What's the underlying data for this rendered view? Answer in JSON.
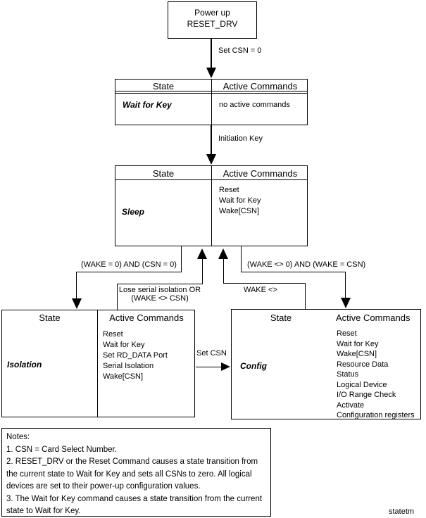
{
  "powerup": {
    "line1": "Power up",
    "line2": "RESET_DRV"
  },
  "header": {
    "state": "State",
    "commands": "Active Commands"
  },
  "states": {
    "wait_for_key": {
      "name": "Wait for Key",
      "commands": [
        "no active commands"
      ]
    },
    "sleep": {
      "name": "Sleep",
      "commands": [
        "Reset",
        "Wait for Key",
        "Wake[CSN]"
      ]
    },
    "isolation": {
      "name": "Isolation",
      "commands": [
        "Reset",
        "Wait for Key",
        "Set RD_DATA Port",
        "Serial Isolation",
        "Wake[CSN]"
      ]
    },
    "config": {
      "name": "Config",
      "commands": [
        "Reset",
        "Wait for Key",
        "Wake[CSN]",
        "Resource Data",
        "Status",
        "Logical Device",
        "I/O Range Check",
        "Activate",
        "Configuration registers"
      ]
    }
  },
  "labels": {
    "set_csn0": "Set CSN = 0",
    "initiation_key": "Initiation Key",
    "wake0_csn0": "(WAKE = 0) AND (CSN = 0)",
    "wakene0_wakecsn": "(WAKE <> 0) AND (WAKE = CSN)",
    "lose_serial_1": "Lose serial isolation OR",
    "lose_serial_2": "(WAKE <> CSN)",
    "wake_ne": "WAKE <>",
    "set_csn": "Set CSN"
  },
  "notes": {
    "lines": [
      "Notes:",
      "1.  CSN = Card Select Number.",
      "2.  RESET_DRV or the Reset Command causes a state transition from",
      "the current state to Wait for Key and sets all CSNs to zero.  All logical",
      "devices are set to their power-up configuration values.",
      "3.  The Wait for Key command causes a state transition from the current",
      "state to Wait for Key."
    ]
  },
  "footer": "statetm",
  "colors": {
    "line": "#000000",
    "background": "#ffffff"
  }
}
